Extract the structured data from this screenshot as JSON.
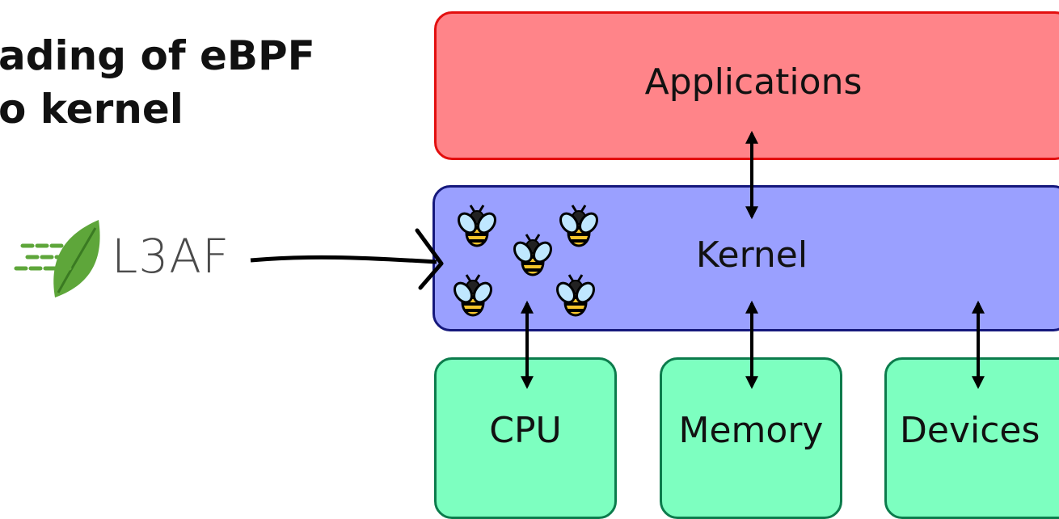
{
  "title": {
    "line1": "ading of eBPF",
    "line2": "o kernel"
  },
  "logo": {
    "text": "L3AF",
    "leaf_color": "#5ea63a"
  },
  "layers": {
    "applications": "Applications",
    "kernel": "Kernel",
    "cpu": "CPU",
    "memory": "Memory",
    "devices": "Devices"
  },
  "colors": {
    "applications_fill": "#ff8489",
    "kernel_fill": "#9aa0ff",
    "hardware_fill": "#7dffc0"
  },
  "icons": [
    "bee-icon",
    "bee-icon",
    "bee-icon",
    "bee-icon",
    "bee-icon"
  ]
}
